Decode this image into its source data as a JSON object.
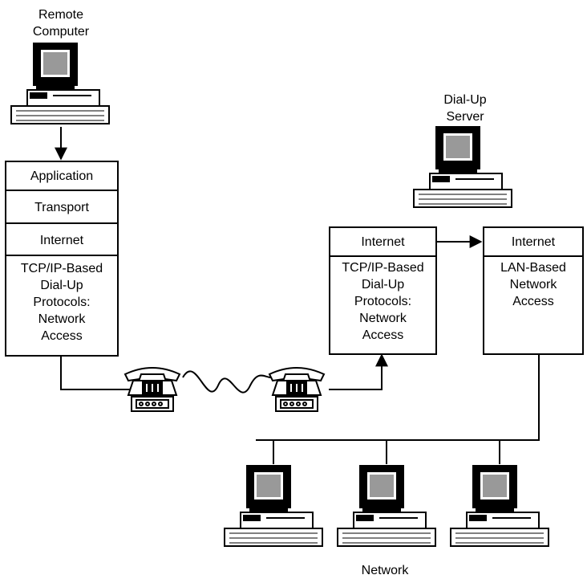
{
  "labels": {
    "remote_computer": [
      "Remote",
      "Computer"
    ],
    "dialup_server": [
      "Dial-Up",
      "Server"
    ],
    "network": "Network"
  },
  "remote_stack": {
    "application": "Application",
    "transport": "Transport",
    "internet": "Internet",
    "access": [
      "TCP/IP-Based",
      "Dial-Up",
      "Protocols:",
      "Network",
      "Access"
    ]
  },
  "server_dialup_stack": {
    "internet": "Internet",
    "access": [
      "TCP/IP-Based",
      "Dial-Up",
      "Protocols:",
      "Network",
      "Access"
    ]
  },
  "server_lan_stack": {
    "internet": "Internet",
    "access": [
      "LAN-Based",
      "Network",
      "Access"
    ]
  }
}
